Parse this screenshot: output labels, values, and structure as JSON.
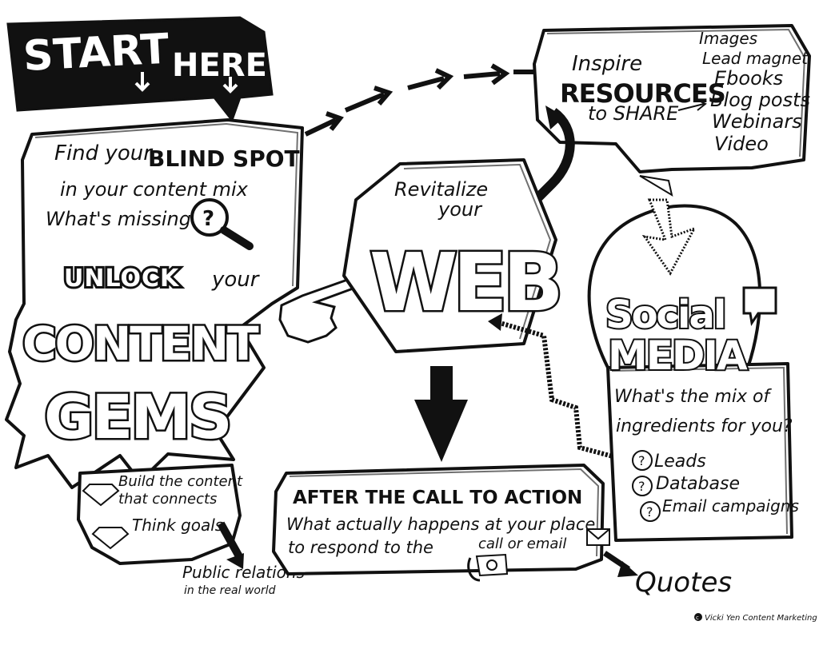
{
  "banner": {
    "start": "START",
    "here": "HERE"
  },
  "left_box": {
    "find_your": "Find your",
    "blind_spot": "BLIND SPOT",
    "in_your_mix": "in your content mix",
    "whats_missing": "What's missing",
    "question_mark": "?",
    "unlock": "UNLOCK",
    "your": "your",
    "content": "CONTENT",
    "gems": "GEMS"
  },
  "gems_box": {
    "item1_line1": "Build the content",
    "item1_line2": "that connects",
    "item2": "Think goals"
  },
  "public_relations": {
    "line1": "Public relations",
    "line2": "in the real world"
  },
  "resources": {
    "inspire": "Inspire",
    "resources": "RESOURCES",
    "to_share": "to SHARE",
    "items": [
      "Images",
      "Lead magnet",
      "Ebooks",
      "Blog posts",
      "Webinars",
      "Video"
    ]
  },
  "web": {
    "revitalize": "Revitalize",
    "your": "your",
    "web": "WEB"
  },
  "social": {
    "social": "Social",
    "media": "MEDIA",
    "question_line1": "What's the mix of",
    "question_line2": "ingredients for you?",
    "items": [
      "Leads",
      "Database",
      "Email campaigns"
    ],
    "item_marker": "?"
  },
  "cta": {
    "title": "AFTER THE CALL TO ACTION",
    "line1": "What actually happens at your place",
    "line2": "to respond to the",
    "line3": "call or email"
  },
  "quotes": "Quotes",
  "credit": "Vicki Yen Content Marketing Maven",
  "credit_symbol": "c",
  "colors": {
    "ink": "#111111",
    "paper": "#ffffff"
  }
}
